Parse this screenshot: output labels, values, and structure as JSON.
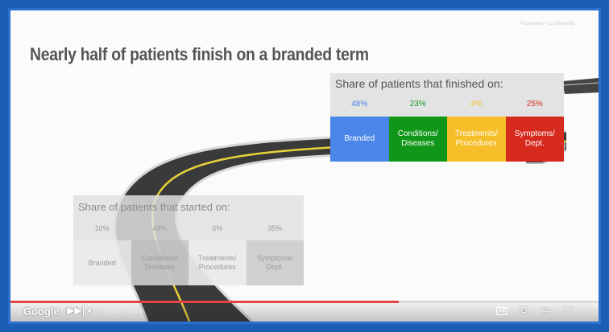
{
  "slide": {
    "title": "Nearly half of patients finish on a branded term",
    "watermark": "Proprietary + Confidential"
  },
  "finished": {
    "heading": "Share of patients that finished on:",
    "columns": [
      {
        "pct": "48%",
        "label": "Branded",
        "color": "#4a86e8"
      },
      {
        "pct": "23%",
        "label": "Conditions/ Diseases",
        "color": "#109618"
      },
      {
        "pct": "4%",
        "label": "Treatments/ Procedures",
        "color": "#f6be28"
      },
      {
        "pct": "25%",
        "label": "Symptoms/ Dept.",
        "color": "#d62a1f"
      }
    ]
  },
  "started": {
    "heading": "Share of patients that started on:",
    "columns": [
      {
        "pct": "10%",
        "label": "Branded"
      },
      {
        "pct": "49%",
        "label": "Conditions/ Diseases"
      },
      {
        "pct": "6%",
        "label": "Treatments/ Procedures"
      },
      {
        "pct": "35%",
        "label": "Symptoms/ Dept."
      }
    ]
  },
  "player": {
    "logo": "Google",
    "time": "25:06 / 38:06",
    "progress": 0.66,
    "cc_label": "CC",
    "progress_color": "#e44444"
  }
}
